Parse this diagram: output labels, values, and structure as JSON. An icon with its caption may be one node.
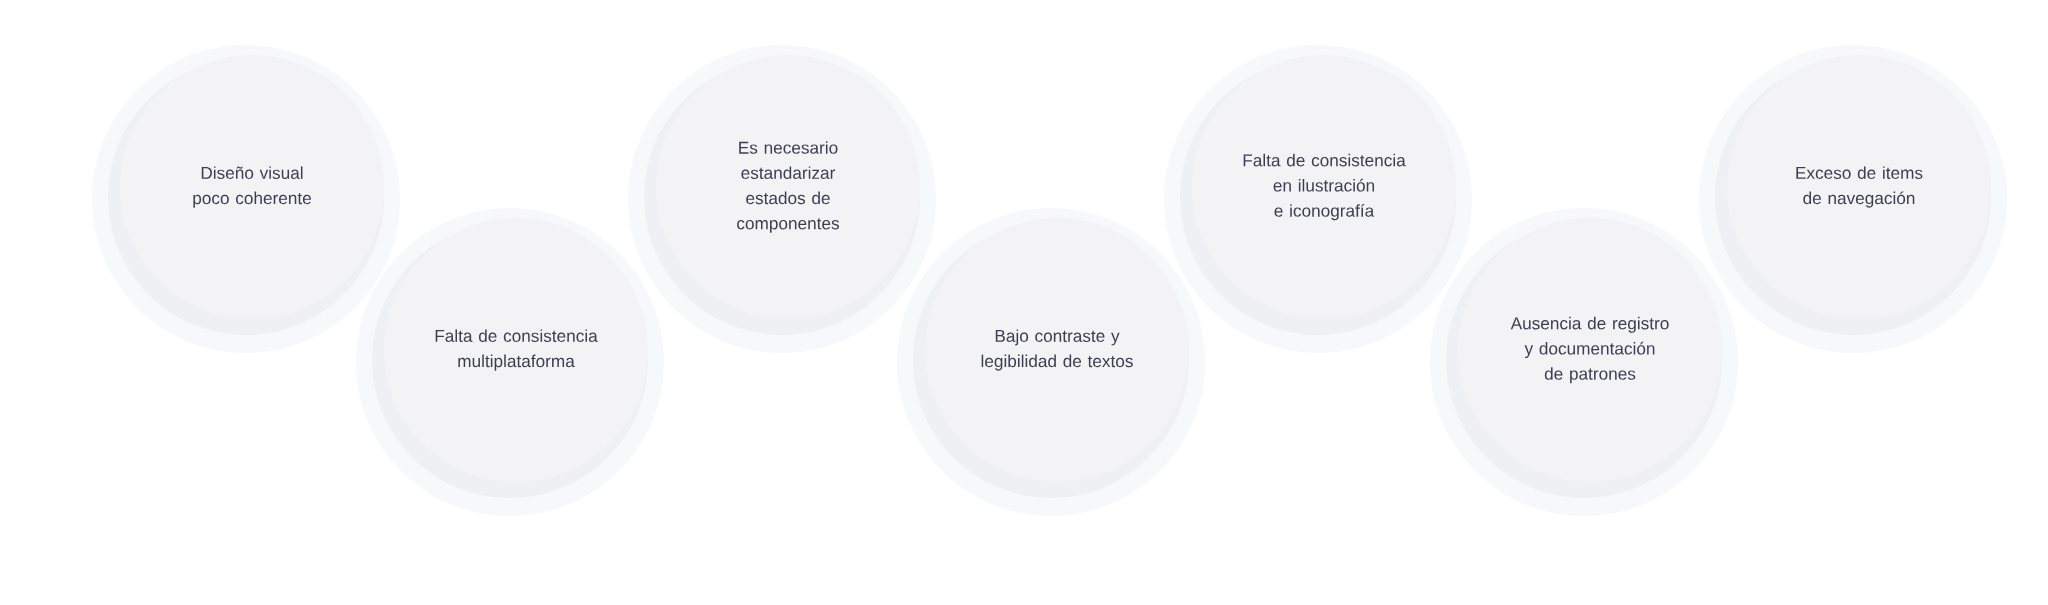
{
  "diagram": {
    "nodes": [
      {
        "text": [
          "Diseño visual poco coherente"
        ]
      },
      {
        "text": [
          "Falta de consistencia multiplataforma"
        ]
      },
      {
        "text": [
          "Es necesario estandarizar estados de componentes"
        ]
      },
      {
        "text": [
          "Bajo contraste y legibilidad de textos"
        ]
      },
      {
        "text": [
          "Falta de consistencia en ilustración e iconografía"
        ]
      },
      {
        "text": [
          "Ausencia de registro y documentación de patrones"
        ]
      },
      {
        "text": [
          "Exceso de items de navegación"
        ]
      }
    ]
  }
}
